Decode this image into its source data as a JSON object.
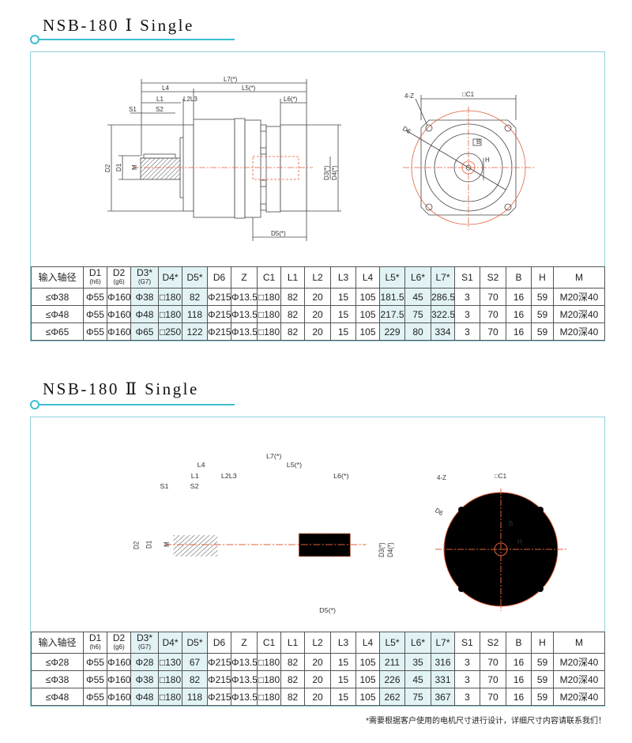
{
  "sections": [
    {
      "title": "NSB-180 Ⅰ Single",
      "rows": [
        [
          "≤Φ38",
          "Φ55",
          "Φ160",
          "Φ38",
          "□180",
          "82",
          "Φ215",
          "Φ13.5",
          "□180",
          "82",
          "20",
          "15",
          "105",
          "181.5",
          "45",
          "286.5",
          "3",
          "70",
          "16",
          "59",
          "M20深40"
        ],
        [
          "≤Φ48",
          "Φ55",
          "Φ160",
          "Φ48",
          "□180",
          "118",
          "Φ215",
          "Φ13.5",
          "□180",
          "82",
          "20",
          "15",
          "105",
          "217.5",
          "75",
          "322.5",
          "3",
          "70",
          "16",
          "59",
          "M20深40"
        ],
        [
          "≤Φ65",
          "Φ55",
          "Φ160",
          "Φ65",
          "□250",
          "122",
          "Φ215",
          "Φ13.5",
          "□180",
          "82",
          "20",
          "15",
          "105",
          "229",
          "80",
          "334",
          "3",
          "70",
          "16",
          "59",
          "M20深40"
        ]
      ]
    },
    {
      "title": "NSB-180 Ⅱ Single",
      "rows": [
        [
          "≤Φ28",
          "Φ55",
          "Φ160",
          "Φ28",
          "□130",
          "67",
          "Φ215",
          "Φ13.5",
          "□180",
          "82",
          "20",
          "15",
          "105",
          "211",
          "35",
          "316",
          "3",
          "70",
          "16",
          "59",
          "M20深40"
        ],
        [
          "≤Φ38",
          "Φ55",
          "Φ160",
          "Φ38",
          "□180",
          "82",
          "Φ215",
          "Φ13.5",
          "□180",
          "82",
          "20",
          "15",
          "105",
          "226",
          "45",
          "331",
          "3",
          "70",
          "16",
          "59",
          "M20深40"
        ],
        [
          "≤Φ48",
          "Φ55",
          "Φ160",
          "Φ48",
          "□180",
          "118",
          "Φ215",
          "Φ13.5",
          "□180",
          "82",
          "20",
          "15",
          "105",
          "262",
          "75",
          "367",
          "3",
          "70",
          "16",
          "59",
          "M20深40"
        ]
      ]
    }
  ],
  "table_header": [
    {
      "label": "输入轴径",
      "sub": ""
    },
    {
      "label": "D1",
      "sub": "(h6)"
    },
    {
      "label": "D2",
      "sub": "(g6)"
    },
    {
      "label": "D3*",
      "sub": "(G7)"
    },
    {
      "label": "D4*",
      "sub": ""
    },
    {
      "label": "D5*",
      "sub": ""
    },
    {
      "label": "D6",
      "sub": ""
    },
    {
      "label": "Z",
      "sub": ""
    },
    {
      "label": "C1",
      "sub": ""
    },
    {
      "label": "L1",
      "sub": ""
    },
    {
      "label": "L2",
      "sub": ""
    },
    {
      "label": "L3",
      "sub": ""
    },
    {
      "label": "L4",
      "sub": ""
    },
    {
      "label": "L5*",
      "sub": ""
    },
    {
      "label": "L6*",
      "sub": ""
    },
    {
      "label": "L7*",
      "sub": ""
    },
    {
      "label": "S1",
      "sub": ""
    },
    {
      "label": "S2",
      "sub": ""
    },
    {
      "label": "B",
      "sub": ""
    },
    {
      "label": "H",
      "sub": ""
    },
    {
      "label": "M",
      "sub": ""
    }
  ],
  "drawing_labels": {
    "l7": "L7(*)",
    "l4": "L4",
    "l5": "L5(*)",
    "l1": "L1",
    "l2l3": "L2L3",
    "l6": "L6(*)",
    "s1": "S1",
    "s2": "S2",
    "d2": "D2",
    "d1": "D1",
    "m": "M",
    "d3": "D3(*)",
    "d4": "D4(*)",
    "d5": "D5(*)",
    "c1": "□C1",
    "z": "4-Z",
    "d6": "D6",
    "b": "B",
    "h": "H"
  },
  "colors": {
    "accent": "#3dbfcf",
    "highlight": "#e2f3f5",
    "center_line": "#e0603a"
  },
  "footnote": "*需要根据客户使用的电机尺寸进行设计，详细尺寸内容请联系我们！"
}
